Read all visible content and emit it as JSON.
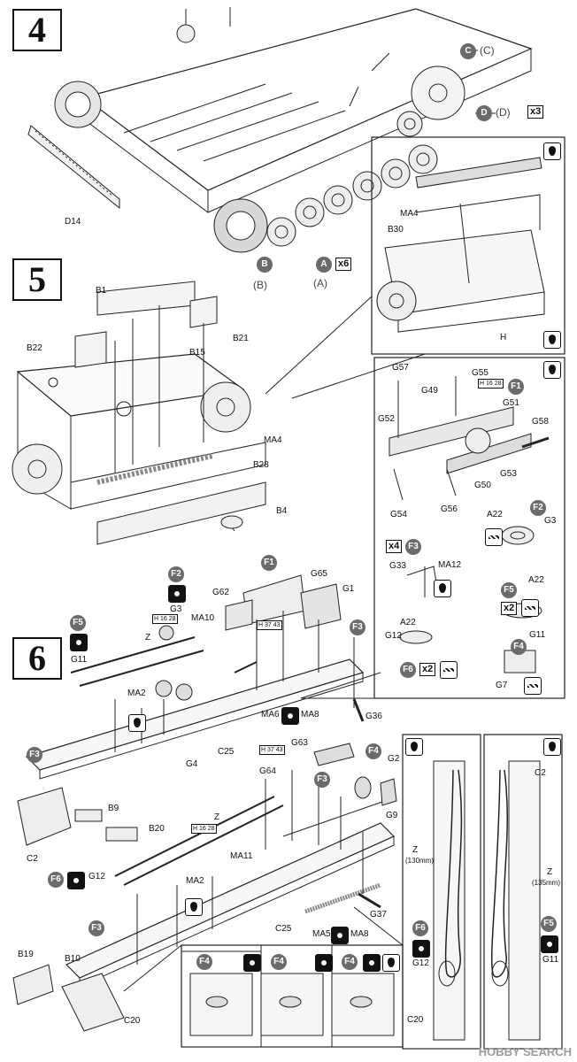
{
  "steps": [
    "4",
    "5",
    "6"
  ],
  "step4": {
    "parts": [
      "D14",
      "C",
      "(C)",
      "D",
      "(D)",
      "B",
      "(B)",
      "A",
      "(A)"
    ],
    "qty_d": "x3",
    "qty_a": "x6"
  },
  "step5": {
    "parts": [
      "B1",
      "B21",
      "B22",
      "B15",
      "MA4",
      "B28",
      "B4"
    ],
    "inset": {
      "parts": [
        "MA4",
        "B30",
        "H"
      ]
    },
    "sub": {
      "parts": [
        "G57",
        "G55",
        "F1",
        "G51",
        "G49",
        "G52",
        "G58",
        "G53",
        "G50",
        "G54",
        "G56"
      ],
      "refs": [
        "H 16 28"
      ],
      "g3": {
        "parts": [
          "A22",
          "F2",
          "G3"
        ]
      },
      "g33": {
        "parts": [
          "F3",
          "MA12",
          "G33"
        ],
        "qty": "x4"
      },
      "g11": {
        "parts": [
          "F5",
          "A22",
          "G11"
        ],
        "qty": "x2"
      },
      "g12": {
        "parts": [
          "A22",
          "G12",
          "F6"
        ],
        "qty": "x2"
      },
      "g7": {
        "parts": [
          "F4",
          "G7"
        ]
      }
    }
  },
  "step6": {
    "upper": {
      "parts": [
        "F2",
        "F1",
        "G65",
        "G1",
        "G62",
        "MA10",
        "G3",
        "F5",
        "G11",
        "Z",
        "F3",
        "MA2",
        "G4",
        "C25",
        "MA6",
        "MA8",
        "G36",
        "F3",
        "B9",
        "B20",
        "C2"
      ],
      "refs": [
        "H 16 28",
        "H 37 43"
      ]
    },
    "lower": {
      "parts": [
        "G63",
        "G64",
        "F4",
        "G2",
        "G9",
        "F3",
        "Z",
        "MA11",
        "F6",
        "G12",
        "MA2",
        "F3",
        "C25",
        "G37",
        "MA5",
        "MA8",
        "B19",
        "B10",
        "C20"
      ],
      "refs": [
        "H 37 43",
        "H 16 28"
      ]
    },
    "detail_left": {
      "parts": [
        "Z",
        "(130mm)",
        "F6",
        "G12",
        "C20"
      ]
    },
    "detail_right": {
      "parts": [
        "C2",
        "Z",
        "(135mm)",
        "F5",
        "G11"
      ]
    },
    "bottom_inset": {
      "parts": [
        "F4",
        "F4",
        "F4"
      ]
    }
  },
  "watermark": "HOBBY SEARCH"
}
